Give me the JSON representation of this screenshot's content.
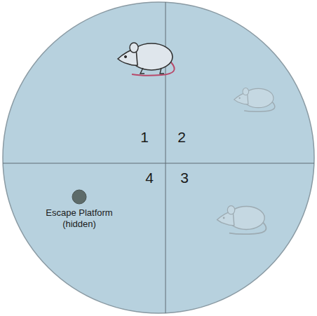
{
  "diagram": {
    "labels": [
      "1",
      "2",
      "3",
      "4",
      "Escape Platform (hidden)"
    ]
  }
}
